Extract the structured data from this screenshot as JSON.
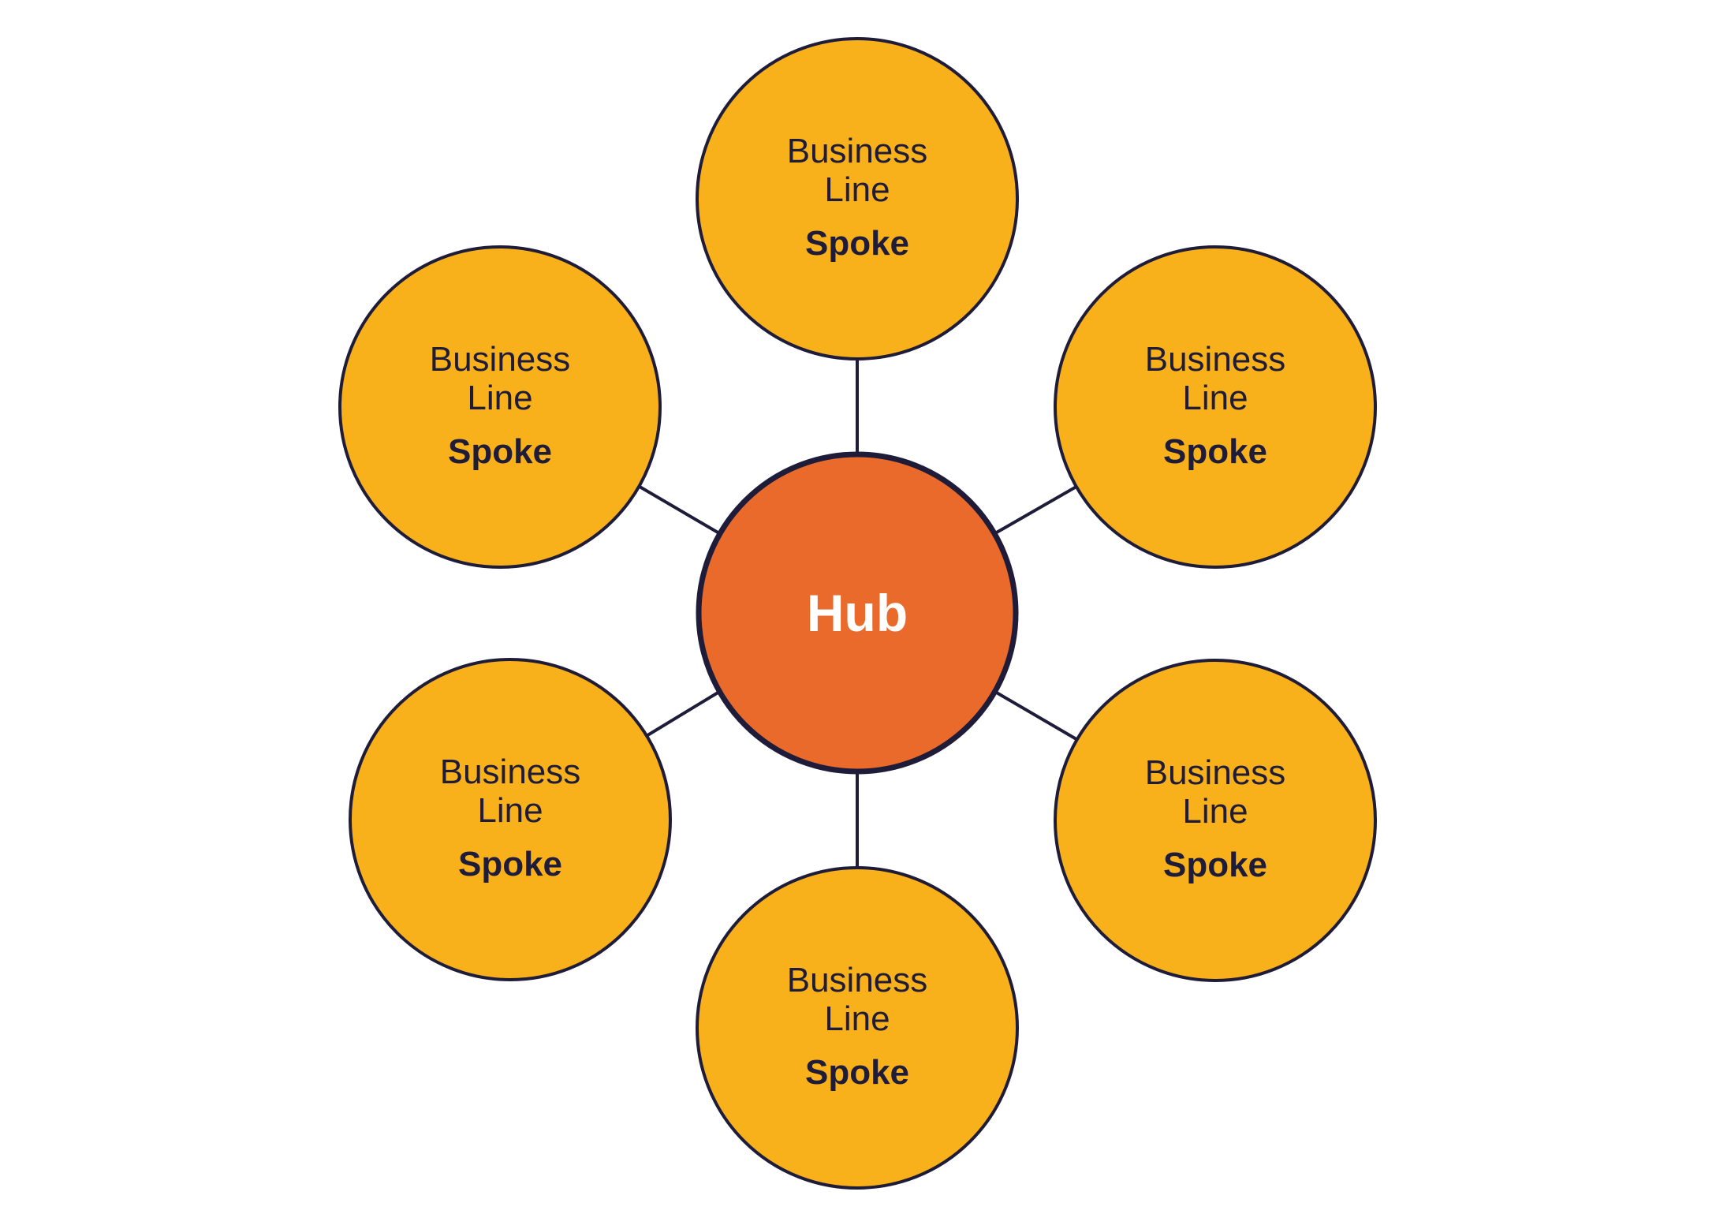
{
  "colors": {
    "hub_fill": "#ea6a2b",
    "spoke_fill": "#f9b11b",
    "outline": "#1e1c38",
    "hub_text": "#ffffff",
    "spoke_text": "#1e1c38",
    "background": "#ffffff"
  },
  "hub": {
    "label": "Hub"
  },
  "spokes": [
    {
      "line1": "Business",
      "line2": "Line",
      "kind": "Spoke"
    },
    {
      "line1": "Business",
      "line2": "Line",
      "kind": "Spoke"
    },
    {
      "line1": "Business",
      "line2": "Line",
      "kind": "Spoke"
    },
    {
      "line1": "Business",
      "line2": "Line",
      "kind": "Spoke"
    },
    {
      "line1": "Business",
      "line2": "Line",
      "kind": "Spoke"
    },
    {
      "line1": "Business",
      "line2": "Line",
      "kind": "Spoke"
    }
  ]
}
